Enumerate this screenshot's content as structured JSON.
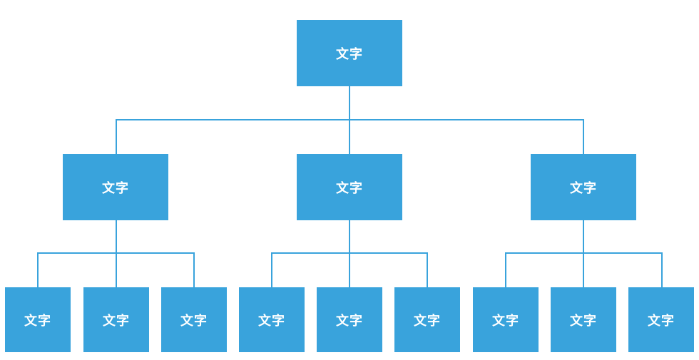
{
  "colors": {
    "node_fill": "#39a3dc",
    "connector": "#39a3dc",
    "text": "#ffffff",
    "background": "#ffffff"
  },
  "root": {
    "label": "文字"
  },
  "level1": [
    {
      "label": "文字",
      "children": [
        {
          "label": "文字"
        },
        {
          "label": "文字"
        },
        {
          "label": "文字"
        }
      ]
    },
    {
      "label": "文字",
      "children": [
        {
          "label": "文字"
        },
        {
          "label": "文字"
        },
        {
          "label": "文字"
        }
      ]
    },
    {
      "label": "文字",
      "children": [
        {
          "label": "文字"
        },
        {
          "label": "文字"
        },
        {
          "label": "文字"
        }
      ]
    }
  ]
}
